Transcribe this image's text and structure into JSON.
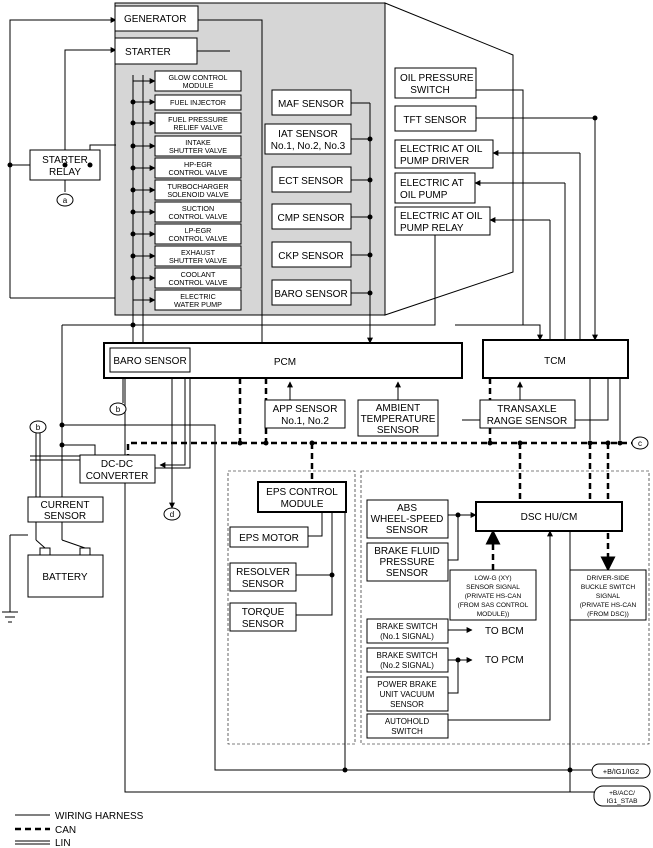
{
  "components": {
    "generator": "GENERATOR",
    "starter": "STARTER",
    "starter_relay": [
      "STARTER",
      "RELAY"
    ],
    "glow": [
      "GLOW CONTROL",
      "MODULE"
    ],
    "fuel_injector": "FUEL INJECTOR",
    "fuel_pressure": [
      "FUEL PRESSURE",
      "RELIEF VALVE"
    ],
    "intake": [
      "INTAKE",
      "SHUTTER VALVE"
    ],
    "hp_egr": [
      "HP-EGR",
      "CONTROL VALVE"
    ],
    "turbo": [
      "TURBOCHARGER",
      "SOLENOID VALVE"
    ],
    "suction": [
      "SUCTION",
      "CONTROL VALVE"
    ],
    "lp_egr": [
      "LP-EGR",
      "CONTROL VALVE"
    ],
    "exhaust": [
      "EXHAUST",
      "SHUTTER VALVE"
    ],
    "coolant": [
      "COOLANT",
      "CONTROL VALVE"
    ],
    "water_pump": [
      "ELECTRIC",
      "WATER PUMP"
    ],
    "maf": "MAF SENSOR",
    "iat": [
      "IAT SENSOR",
      "No.1, No.2, No.3"
    ],
    "ect": "ECT SENSOR",
    "cmp": "CMP SENSOR",
    "ckp": "CKP SENSOR",
    "baro": "BARO SENSOR",
    "oil_pressure": [
      "OIL PRESSURE",
      "SWITCH"
    ],
    "tft": "TFT SENSOR",
    "pump_driver": [
      "ELECTRIC AT OIL",
      "PUMP DRIVER"
    ],
    "oil_pump": [
      "ELECTRIC AT",
      "OIL PUMP"
    ],
    "pump_relay": [
      "ELECTRIC AT OIL",
      "PUMP RELAY"
    ],
    "pcm": "PCM",
    "pcm_baro": "BARO SENSOR",
    "tcm": "TCM",
    "app": [
      "APP SENSOR",
      "No.1, No.2"
    ],
    "ambient": [
      "AMBIENT",
      "TEMPERATURE",
      "SENSOR"
    ],
    "transaxle": [
      "TRANSAXLE",
      "RANGE SENSOR"
    ],
    "dcdc": [
      "DC-DC",
      "CONVERTER"
    ],
    "current": [
      "CURRENT",
      "SENSOR"
    ],
    "battery": "BATTERY",
    "eps_module": [
      "EPS CONTROL",
      "MODULE"
    ],
    "eps_motor": "EPS MOTOR",
    "resolver": [
      "RESOLVER",
      "SENSOR"
    ],
    "torque": [
      "TORQUE",
      "SENSOR"
    ],
    "abs": [
      "ABS",
      "WHEEL-SPEED",
      "SENSOR"
    ],
    "brake_fluid": [
      "BRAKE FLUID",
      "PRESSURE",
      "SENSOR"
    ],
    "dsc": "DSC HU/CM",
    "low_g": [
      "LOW-G (XY)",
      "SENSOR SIGNAL",
      "(PRIVATE HS-CAN",
      "(FROM SAS CONTROL",
      "MODULE))"
    ],
    "buckle": [
      "DRIVER-SIDE",
      "BUCKLE SWITCH",
      "SIGNAL",
      "(PRIVATE HS-CAN",
      "(FROM DSC))"
    ],
    "brake_sw1": [
      "BRAKE SWITCH",
      "(No.1 SIGNAL)"
    ],
    "brake_sw2": [
      "BRAKE SWITCH",
      "(No.2 SIGNAL)"
    ],
    "vacuum": [
      "POWER BRAKE",
      "UNIT VACUUM",
      "SENSOR"
    ],
    "autohold": [
      "AUTOHOLD",
      "SWITCH"
    ],
    "to_bcm": "TO BCM",
    "to_pcm": "TO PCM",
    "power1": "+B/IG1/IG2",
    "power2": [
      "+B/ACC/",
      "IG1_STAB"
    ]
  },
  "connectors": {
    "a": "a",
    "b": "b",
    "c": "c",
    "d": "d"
  },
  "legend": {
    "wiring": "WIRING HARNESS",
    "can": "CAN",
    "lin": "LIN"
  }
}
